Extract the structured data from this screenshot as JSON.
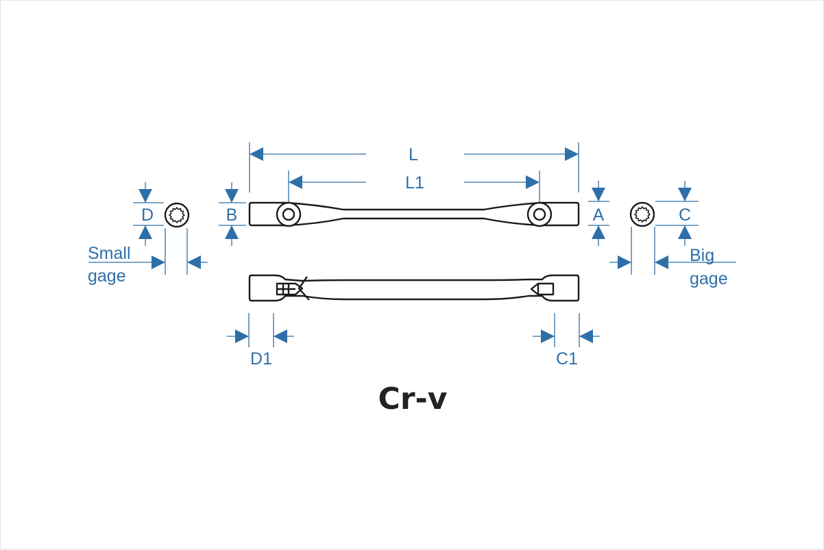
{
  "labels": {
    "L": "L",
    "L1": "L1",
    "A": "A",
    "B": "B",
    "C": "C",
    "D": "D",
    "C1": "C1",
    "D1": "D1",
    "small_gage_1": "Small",
    "small_gage_2": "gage",
    "big_gage_1": "Big",
    "big_gage_2": "gage"
  },
  "material": "Cr-v",
  "colors": {
    "dimension": "#2e6fa8",
    "outline": "#1a1a1a"
  }
}
